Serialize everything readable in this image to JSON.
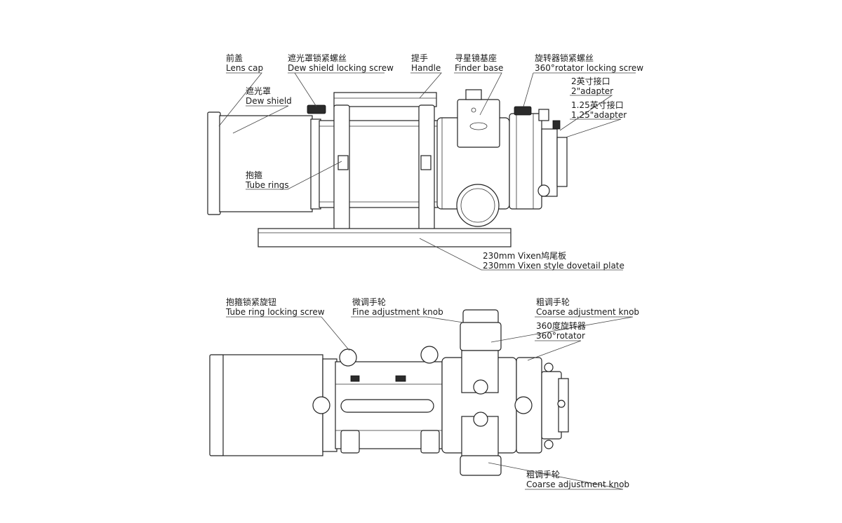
{
  "top_view": {
    "labels": [
      {
        "id": "lens_cap",
        "zh": "前盖",
        "en": "Lens cap"
      },
      {
        "id": "dew_shield",
        "zh": "遮光罩",
        "en": "Dew shield"
      },
      {
        "id": "dew_shield_screw",
        "zh": "遮光罩锁紧螺丝",
        "en": "Dew shield locking screw"
      },
      {
        "id": "handle",
        "zh": "提手",
        "en": "Handle"
      },
      {
        "id": "finder_base",
        "zh": "寻星镜基座",
        "en": "Finder base"
      },
      {
        "id": "rotator_screw",
        "zh": "旋转器锁紧螺丝",
        "en": "360°rotator locking screw"
      },
      {
        "id": "adapter_2",
        "zh": "2英寸接口",
        "en": "2\"adapter"
      },
      {
        "id": "adapter_125",
        "zh": "1.25英寸接口",
        "en": "1.25\"adapter"
      },
      {
        "id": "tube_rings",
        "zh": "抱箍",
        "en": "Tube rings"
      },
      {
        "id": "dovetail",
        "zh": "230mm Vixen鸠尾板",
        "en": "230mm Vixen style dovetail plate"
      }
    ]
  },
  "bottom_view": {
    "labels": [
      {
        "id": "tube_ring_screw",
        "zh": "抱箍锁紧旋钮",
        "en": "Tube ring locking screw"
      },
      {
        "id": "fine_knob",
        "zh": "微调手轮",
        "en": "Fine adjustment knob"
      },
      {
        "id": "coarse_knob_top",
        "zh": "粗调手轮",
        "en": "Coarse adjustment knob"
      },
      {
        "id": "rotator",
        "zh": "360度旋转器",
        "en": "360°rotator"
      },
      {
        "id": "coarse_knob_bottom",
        "zh": "粗调手轮",
        "en": "Coarse adjustment knob"
      }
    ]
  }
}
